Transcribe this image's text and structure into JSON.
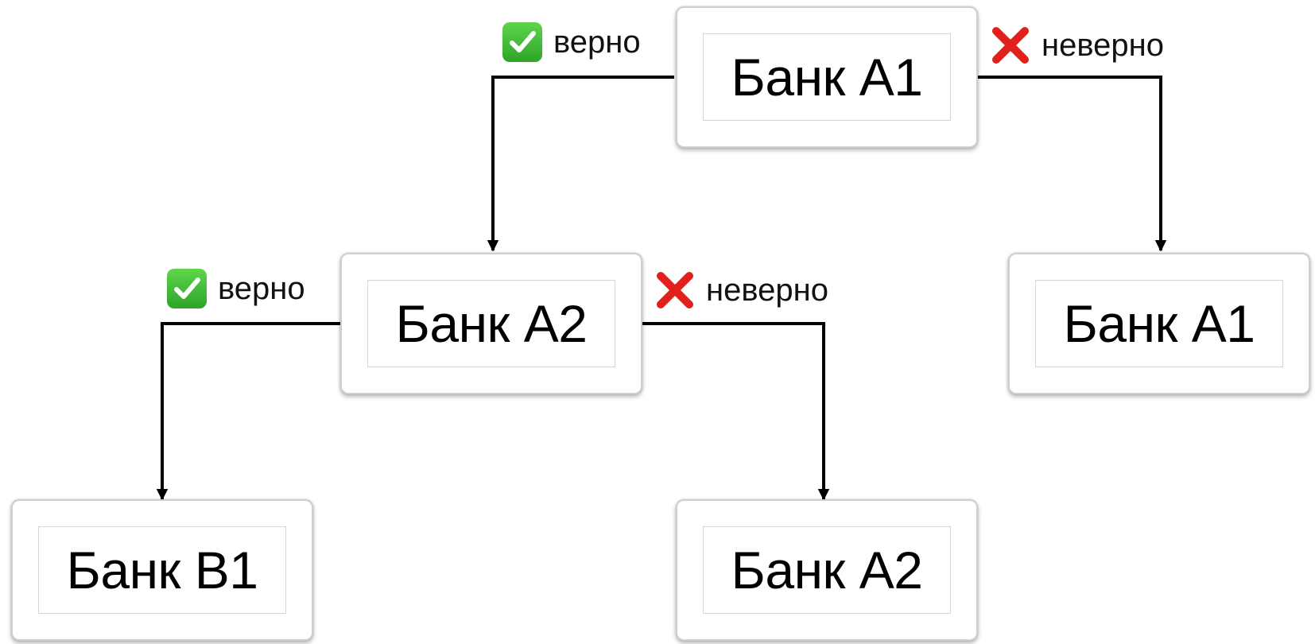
{
  "nodes": {
    "root": "Банк A1",
    "mid_left": "Банк A2",
    "right_leaf": "Банк A1",
    "bottom_left": "Банк B1",
    "bottom_mid": "Банк A2"
  },
  "edges": {
    "root_true": "верно",
    "root_false": "неверно",
    "mid_true": "верно",
    "mid_false": "неверно"
  },
  "colors": {
    "true_badge": "#34b233",
    "false_mark": "#e0201b",
    "line": "#000000"
  },
  "icons": {
    "true_icon": "check-mark-button-icon",
    "false_icon": "cross-mark-icon"
  }
}
